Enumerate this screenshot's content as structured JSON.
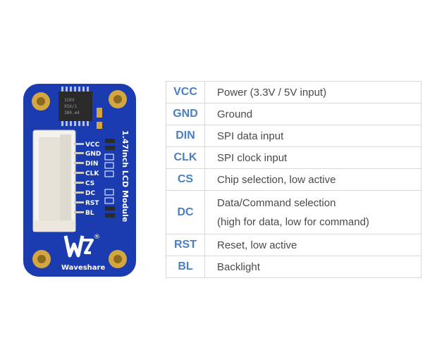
{
  "board": {
    "title": "1.47inch LCD Module",
    "brand": "Waveshare",
    "registered_mark": "®",
    "chip_text": [
      "1CKV",
      "95X/1",
      "3B0.e4"
    ],
    "pin_labels": [
      "VCC",
      "GND",
      "DIN",
      "CLK",
      "CS",
      "DC",
      "RST",
      "BL"
    ],
    "colors": {
      "pcb": "#1a3cb0",
      "pad": "#d4a640",
      "connector": "#f4f2ec"
    }
  },
  "pins": [
    {
      "name": "VCC",
      "description": [
        "Power (3.3V / 5V input)"
      ]
    },
    {
      "name": "GND",
      "description": [
        "Ground"
      ]
    },
    {
      "name": "DIN",
      "description": [
        "SPI data input"
      ]
    },
    {
      "name": "CLK",
      "description": [
        "SPI clock input"
      ]
    },
    {
      "name": "CS",
      "description": [
        "Chip selection, low active"
      ]
    },
    {
      "name": "DC",
      "description": [
        "Data/Command selection",
        "(high for data, low for command)"
      ]
    },
    {
      "name": "RST",
      "description": [
        "Reset, low active"
      ]
    },
    {
      "name": "BL",
      "description": [
        "Backlight"
      ]
    }
  ],
  "theme": {
    "pin_color": "#4a80c2",
    "border": "#d8d8d8"
  }
}
